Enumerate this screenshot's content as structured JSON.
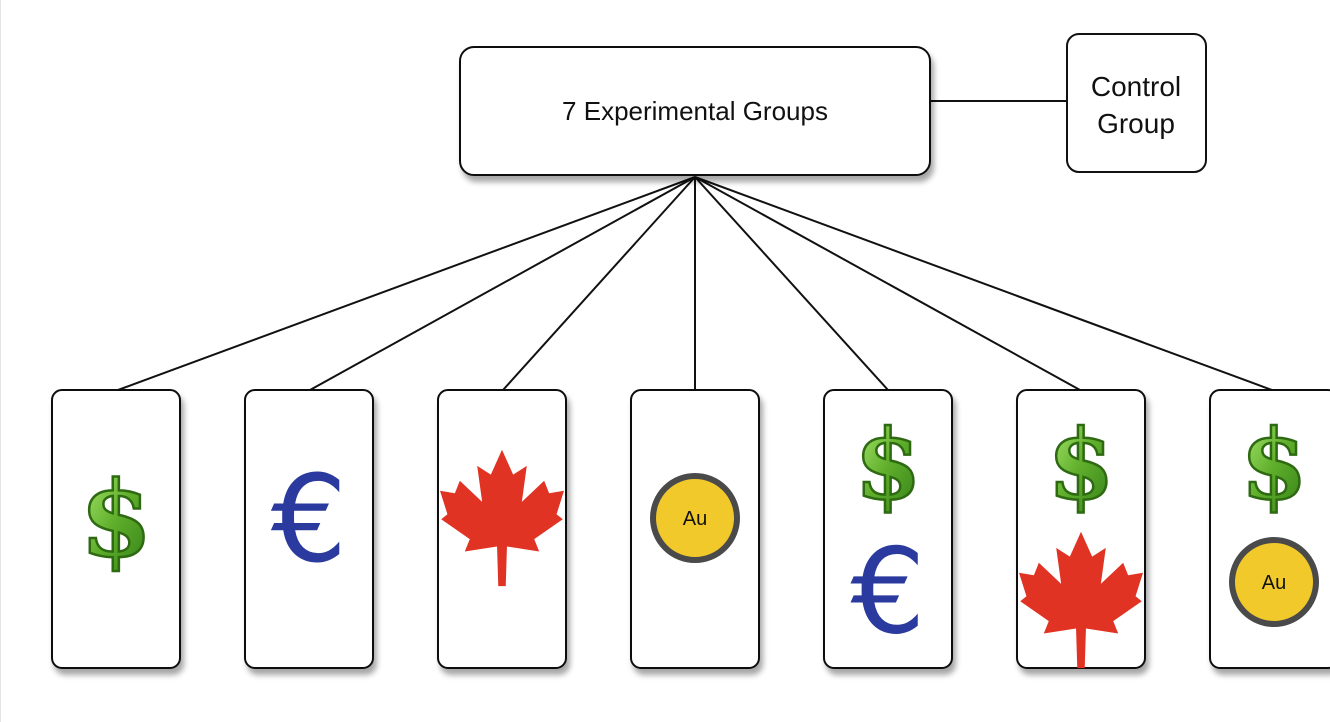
{
  "top_node": {
    "label": "7 Experimental Groups"
  },
  "control_node": {
    "line1": "Control",
    "line2": "Group"
  },
  "groups": [
    {
      "symbols": [
        "dollar-icon"
      ]
    },
    {
      "symbols": [
        "euro-icon"
      ]
    },
    {
      "symbols": [
        "maple-leaf-icon"
      ]
    },
    {
      "symbols": [
        "gold-coin-icon"
      ]
    },
    {
      "symbols": [
        "dollar-icon",
        "euro-icon"
      ]
    },
    {
      "symbols": [
        "dollar-icon",
        "maple-leaf-icon"
      ]
    },
    {
      "symbols": [
        "dollar-icon",
        "gold-coin-icon"
      ]
    }
  ],
  "symbol_text": {
    "dollar": "$",
    "euro": "€",
    "gold": "Au"
  },
  "colors": {
    "dollar": "#6abf3a",
    "euro": "#2b3a9e",
    "maple": "#e03324",
    "gold_fill": "#f2c92b",
    "gold_ring": "#4a4a4a"
  }
}
